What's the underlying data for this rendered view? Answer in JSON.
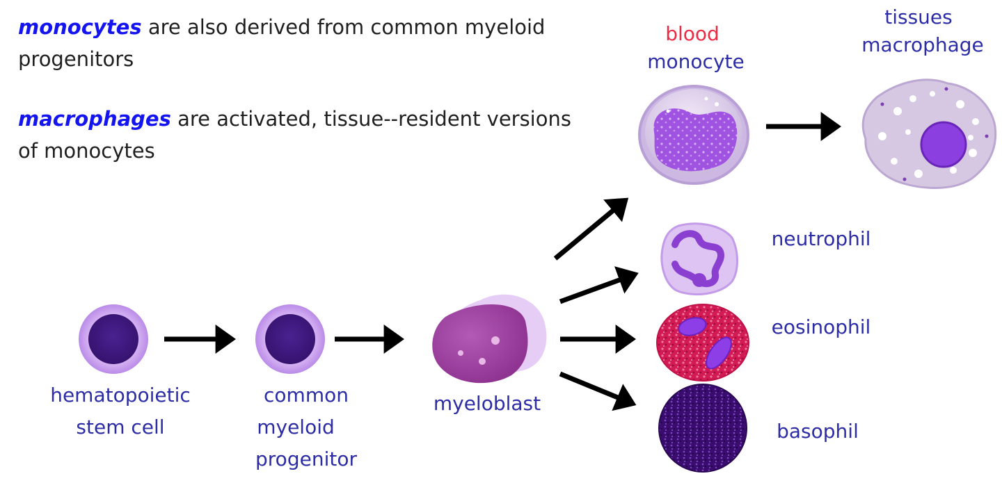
{
  "intro": [
    {
      "key": "monocytes",
      "line1": " are also derived from common myeloid",
      "line2": "progenitors"
    },
    {
      "key": "macrophages",
      "line1": " are activated, tissue--resident versions",
      "line2": "of monocytes"
    }
  ],
  "labels": {
    "hsc": [
      "hematopoietic",
      "stem cell"
    ],
    "cmp": [
      "common",
      "myeloid",
      "progenitor"
    ],
    "myeloblast": "myeloblast",
    "blood": "blood",
    "monocyte": "monocyte",
    "tissues": "tissues",
    "macrophage": "macrophage",
    "neutrophil": "neutrophil",
    "eosinophil": "eosinophil",
    "basophil": "basophil"
  },
  "colors": {
    "keyword": "#1414f0",
    "label": "#2c2ca6",
    "blood": "#ec2b45",
    "arrow": "#000000"
  }
}
